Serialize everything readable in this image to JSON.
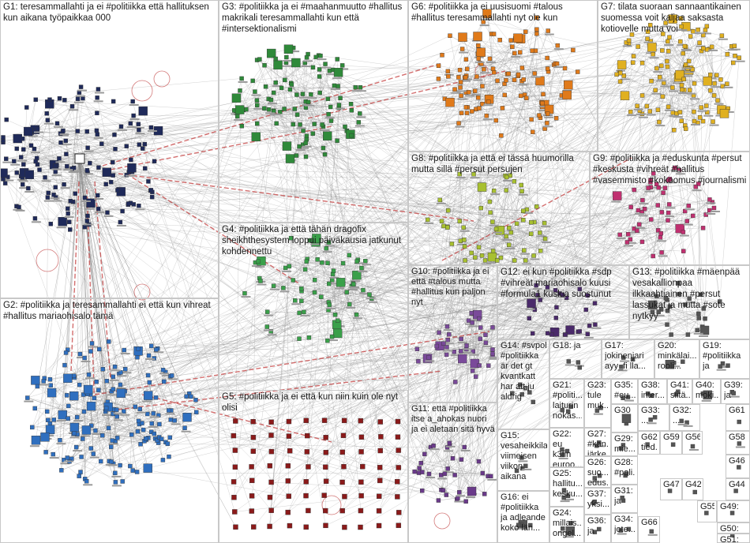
{
  "groups": [
    {
      "id": "G1",
      "label": "G1: teresammallahti ja ei #politiikka että hallituksen kun aikana työpaikkaa 000",
      "color": "#1f2a5a"
    },
    {
      "id": "G2",
      "label": "G2: #politiikka ja teresammallahti ei että kun vihreat #hallitus mariaohisalo tämä",
      "color": "#2f6fbf"
    },
    {
      "id": "G3",
      "label": "G3: #politiikka ja ei #maahanmuutto #hallitus makrikali teresammallahti kun että #intersektionalismi",
      "color": "#2f8a3a"
    },
    {
      "id": "G4",
      "label": "G4: #politiikka ja että tähän dragofix sheikhthesystem loppui päiväkausia jatkunut kohdennettu",
      "color": "#3aa04a"
    },
    {
      "id": "G5",
      "label": "G5: #politiikka ja ei että kun niin kuin ole nyt olisi",
      "color": "#8b1a1a"
    },
    {
      "id": "G6",
      "label": "G6: #politiikka ja ei uusisuomi #talous #hallitus teresammallahti nyt ole kun",
      "color": "#e07a1a"
    },
    {
      "id": "G7",
      "label": "G7: tilata suoraan sannaantikainen suomessa voit kaljaa saksasta kotiovelle mutta voi",
      "color": "#e0b020"
    },
    {
      "id": "G8",
      "label": "G8: #politiikka ja että ei tässä huumorilla mutta sillä #persut persujen",
      "color": "#a8c030"
    },
    {
      "id": "G9",
      "label": "G9: #politiikka ja #eduskunta #persut #keskusta #vihreät #hallitus #vasemmisto #kokoomus #journalismi",
      "color": "#c03070"
    },
    {
      "id": "G10",
      "label": "G10: #politiikka ja ei että #talous mutta #hallitus kun paljon nyt",
      "color": "#7a4a9a"
    },
    {
      "id": "G11",
      "label": "G11: että #politiikka itse a_ahokas nuori ja ei aletaan sitä hyvä",
      "color": "#6a3a8a"
    },
    {
      "id": "G12",
      "label": "G12: ei kun #politiikka #sdp #vihreät mariaohisalo kuusi #formula1 kuskia suostunut",
      "color": "#4a2a6a"
    },
    {
      "id": "G13",
      "label": "G13: #politiikka #mäenpää vesakallionpaa ilkkaahtiainen #persut lassukat ja mutta #sote nytkyy",
      "color": "#555555"
    },
    {
      "id": "G14",
      "label": "G14: #svpol #politiikka är det gt kvantkatt har att ju aldrig",
      "color": "#555555"
    },
    {
      "id": "G15",
      "label": "G15: vesaheikkila viimeisen viikon aikana",
      "color": "#555555"
    },
    {
      "id": "G16",
      "label": "G16: ei #politiikka ja adleande koko län...",
      "color": "#555555"
    },
    {
      "id": "G17",
      "label": "G17: jokinenjari ayy_fi lla...",
      "color": "#555555"
    },
    {
      "id": "G18",
      "label": "G18: ja",
      "color": "#555555"
    },
    {
      "id": "G19",
      "label": "G19: #politiikka ja",
      "color": "#555555"
    },
    {
      "id": "G20",
      "label": "G20: minkälai... rooli...",
      "color": "#555555"
    },
    {
      "id": "G21",
      "label": "G21: #politi... laiturin nokas...",
      "color": "#555555"
    },
    {
      "id": "G22",
      "label": "G22: eu k3fin euroo...",
      "color": "#555555"
    },
    {
      "id": "G23",
      "label": "G23: tule muk...",
      "color": "#555555"
    },
    {
      "id": "G24",
      "label": "G24: millais... ongel...",
      "color": "#555555"
    },
    {
      "id": "G25",
      "label": "G25: hallitu... kesku...",
      "color": "#555555"
    },
    {
      "id": "G26",
      "label": "G26: suo... edus...",
      "color": "#555555"
    },
    {
      "id": "G27",
      "label": "G27: #kan... järke...",
      "color": "#555555"
    },
    {
      "id": "G28",
      "label": "G28: #poli...",
      "color": "#555555"
    },
    {
      "id": "G29",
      "label": "G29: mie...",
      "color": "#555555"
    },
    {
      "id": "G30",
      "label": "G30",
      "color": "#555555"
    },
    {
      "id": "G31",
      "label": "G31: ja",
      "color": "#555555"
    },
    {
      "id": "G32",
      "label": "G32: ...",
      "color": "#555555"
    },
    {
      "id": "G33",
      "label": "G33: ...",
      "color": "#555555"
    },
    {
      "id": "G34",
      "label": "G34: jote...",
      "color": "#555555"
    },
    {
      "id": "G35",
      "label": "G35: #eu...",
      "color": "#555555"
    },
    {
      "id": "G36",
      "label": "G36: ja",
      "color": "#555555"
    },
    {
      "id": "G37",
      "label": "G37: yksi...",
      "color": "#555555"
    },
    {
      "id": "G38",
      "label": "G38: inter...",
      "color": "#555555"
    },
    {
      "id": "G39",
      "label": "G39: ja",
      "color": "#555555"
    },
    {
      "id": "G40",
      "label": "G40: möki...",
      "color": "#555555"
    },
    {
      "id": "G41",
      "label": "G41: siitä...",
      "color": "#555555"
    },
    {
      "id": "G42",
      "label": "G42",
      "color": "#555555"
    },
    {
      "id": "G44",
      "label": "G44",
      "color": "#555555"
    },
    {
      "id": "G46",
      "label": "G46",
      "color": "#555555"
    },
    {
      "id": "G47",
      "label": "G47",
      "color": "#555555"
    },
    {
      "id": "G49",
      "label": "G49:",
      "color": "#555555"
    },
    {
      "id": "G50",
      "label": "G50:",
      "color": "#555555"
    },
    {
      "id": "G51",
      "label": "G51:",
      "color": "#555555"
    },
    {
      "id": "G55",
      "label": "G55",
      "color": "#555555"
    },
    {
      "id": "G56",
      "label": "G56",
      "color": "#555555"
    },
    {
      "id": "G58",
      "label": "G58",
      "color": "#555555"
    },
    {
      "id": "G59",
      "label": "G59:",
      "color": "#555555"
    },
    {
      "id": "G61",
      "label": "G61",
      "color": "#555555"
    },
    {
      "id": "G62",
      "label": "G62: tied...",
      "color": "#555555"
    },
    {
      "id": "G66",
      "label": "G66",
      "color": "#555555"
    }
  ],
  "colors": {
    "edge": "#8a8a8a",
    "edge_strong": "#c03030",
    "background": "#ffffff",
    "box_border": "#c8c8c8"
  }
}
